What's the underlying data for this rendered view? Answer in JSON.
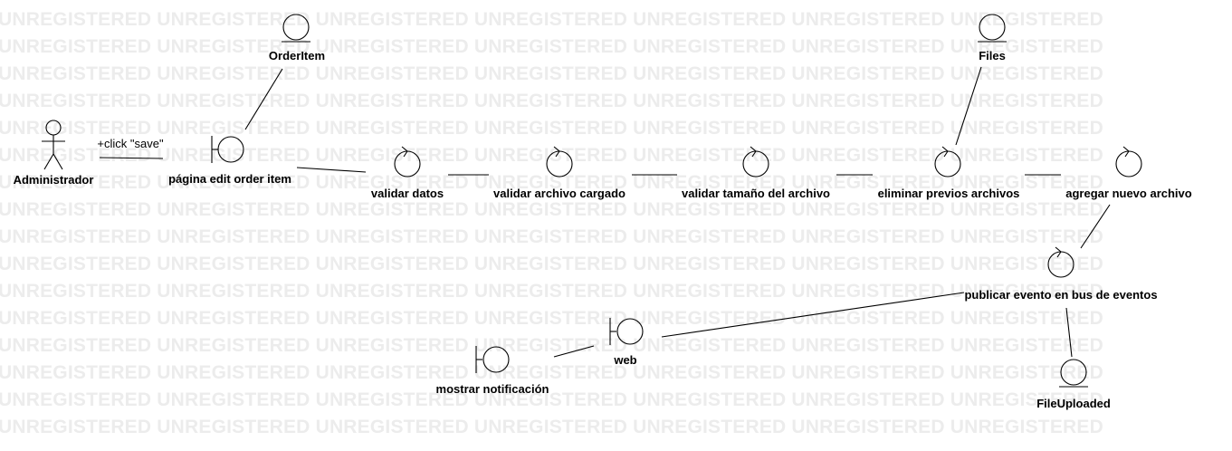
{
  "watermark": "UNREGISTERED",
  "actor": {
    "label": "Administrador"
  },
  "messages": {
    "click_save": "+click \"save\""
  },
  "boundaries": {
    "edit_page": "página edit order item",
    "web": "web",
    "notification": "mostrar notificación"
  },
  "controls": {
    "validate_data": "validar datos",
    "validate_file": "validar archivo cargado",
    "validate_size": "validar tamaño del archivo",
    "delete_files": "eliminar previos archivos",
    "add_file": "agregar nuevo archivo",
    "publish_event": "publicar evento en bus de eventos"
  },
  "entities": {
    "order_item": "OrderItem",
    "files": "Files",
    "file_uploaded": "FileUploaded"
  }
}
